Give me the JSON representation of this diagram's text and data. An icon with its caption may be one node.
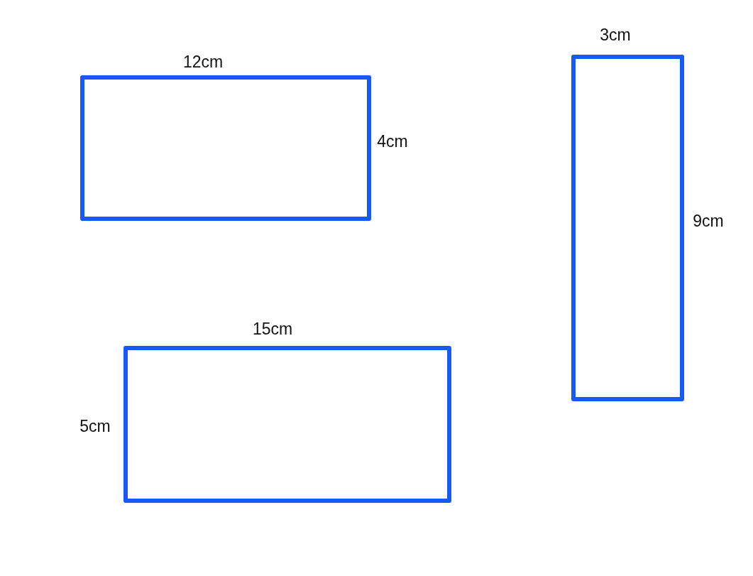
{
  "diagram": {
    "nodes": [
      {
        "text": [],
        "shape": "box",
        "beside": [
          "12cm",
          "4cm"
        ]
      },
      {
        "text": [],
        "shape": "box",
        "beside": [
          "3cm",
          "9cm"
        ]
      },
      {
        "text": [],
        "shape": "box",
        "beside": [
          "15cm",
          "5cm"
        ]
      }
    ]
  }
}
